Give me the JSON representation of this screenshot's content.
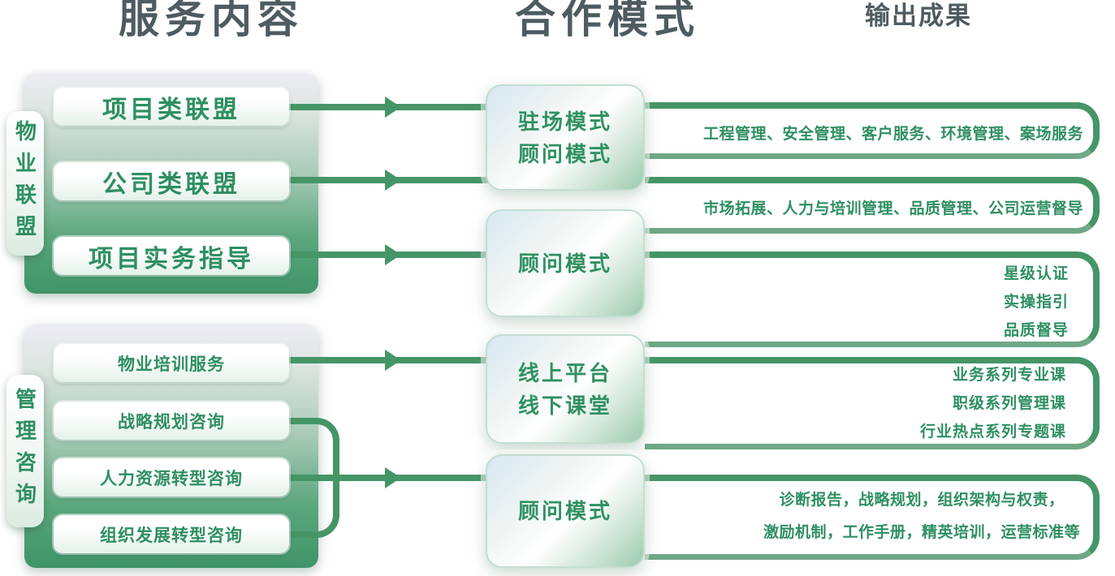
{
  "headers": {
    "left": "服务内容",
    "middle": "合作模式",
    "right": "输出成果"
  },
  "left_panels": [
    {
      "label": "物业联盟",
      "items": [
        "项目类联盟",
        "公司类联盟",
        "项目实务指导"
      ]
    },
    {
      "label": "管理咨询",
      "items": [
        "物业培训服务",
        "战略规划咨询",
        "人力资源转型咨询",
        "组织发展转型咨询"
      ]
    }
  ],
  "modes": [
    {
      "lines": [
        "驻场模式",
        "顾问模式"
      ]
    },
    {
      "lines": [
        "顾问模式"
      ]
    },
    {
      "lines": [
        "线上平台",
        "线下课堂"
      ]
    },
    {
      "lines": [
        "顾问模式"
      ]
    }
  ],
  "outputs": [
    {
      "lines": [
        "工程管理、安全管理、客户服务、环境管理、案场服务"
      ]
    },
    {
      "lines": [
        "市场拓展、人力与培训管理、品质管理、公司运营督导"
      ]
    },
    {
      "lines": [
        "星级认证",
        "实操指引",
        "品质督导"
      ]
    },
    {
      "lines": [
        "业务系列专业课",
        "职级系列管理课",
        "行业热点系列专题课"
      ]
    },
    {
      "lines": [
        "诊断报告，战略规划，组织架构与权责，",
        "激励机制，工作手册，精英培训，运营标准等"
      ]
    }
  ],
  "colors": {
    "accent_green": "#2e8f62",
    "line_green": "#459567",
    "panel_green": "#3f9468",
    "header_slate": "#4e5b60"
  }
}
